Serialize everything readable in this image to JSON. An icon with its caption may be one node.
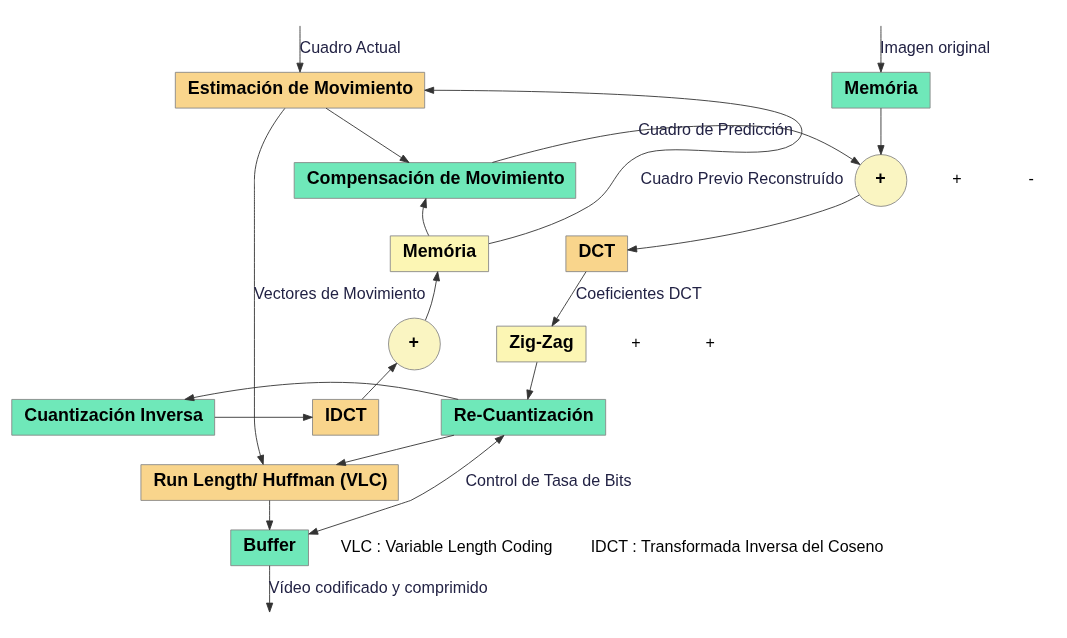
{
  "diagram": {
    "nodes": [
      {
        "text": [
          "Memória"
        ]
      },
      {
        "text": [
          "+"
        ]
      },
      {
        "text": [
          "DCT"
        ]
      },
      {
        "text": [
          "Zig-Zag"
        ]
      },
      {
        "text": [
          "Re-Cuantización"
        ]
      },
      {
        "text": [
          "Run Length/ Huffman (VLC)"
        ]
      },
      {
        "text": [
          "Buffer"
        ]
      },
      {
        "text": [
          "Compensación de Movimiento"
        ]
      },
      {
        "text": [
          "Cuantización Inversa"
        ]
      },
      {
        "text": [
          "IDCT"
        ]
      },
      {
        "text": [
          "Estimación de Movimiento"
        ]
      },
      {
        "text": [
          "Memória"
        ]
      },
      {
        "text": [
          "+"
        ]
      }
    ],
    "edges": [
      {
        "from": null,
        "to": 0,
        "arrow": "to",
        "label": "Imagen original"
      },
      {
        "from": null,
        "to": 10,
        "arrow": "to",
        "label": "Cuadro Actual"
      },
      {
        "from": 0,
        "to": 1,
        "arrow": "to"
      },
      {
        "from": 1,
        "to": 2,
        "arrow": "to"
      },
      {
        "from": 2,
        "to": 3,
        "arrow": "to",
        "label": "Coeficientes DCT"
      },
      {
        "from": 3,
        "to": 4,
        "arrow": "to"
      },
      {
        "from": 4,
        "to": 5,
        "arrow": "to"
      },
      {
        "from": 5,
        "to": 6,
        "arrow": "to"
      },
      {
        "from": 6,
        "to": null,
        "arrow": "to",
        "label": "Vídeo codificado y comprimido"
      },
      {
        "from": 6,
        "to": 4,
        "arrow": "both",
        "label": "Control de Tasa de Bits"
      },
      {
        "from": 4,
        "to": 8,
        "arrow": "to"
      },
      {
        "from": 8,
        "to": 9,
        "arrow": "to"
      },
      {
        "from": 9,
        "to": 12,
        "arrow": "to"
      },
      {
        "from": 12,
        "to": 11,
        "arrow": "to"
      },
      {
        "from": 11,
        "to": 10,
        "arrow": "to",
        "label": "Cuadro Previo Reconstruído"
      },
      {
        "from": 11,
        "to": 7,
        "arrow": "to"
      },
      {
        "from": 7,
        "to": 1,
        "arrow": "to",
        "label": "Cuadro de Predicción"
      },
      {
        "from": 10,
        "to": 5,
        "arrow": "to",
        "label": "Vectores de Movimiento"
      },
      {
        "from": 10,
        "to": 7,
        "arrow": "to"
      }
    ],
    "labels": [
      "+",
      "-",
      "+",
      "+",
      "VLC : Variable Length Coding",
      "IDCT : Transformada Inversa del Coseno"
    ]
  }
}
